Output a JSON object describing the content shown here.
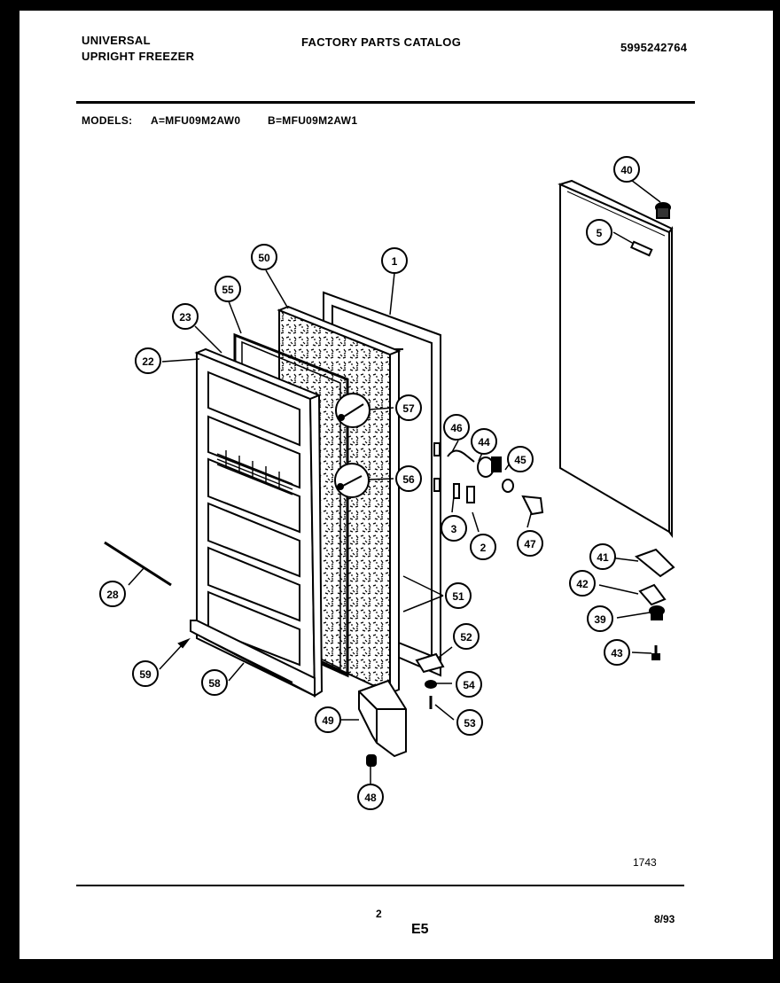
{
  "header": {
    "brand_line1": "UNIVERSAL",
    "brand_line2": "UPRIGHT FREEZER",
    "catalog_title": "FACTORY PARTS CATALOG",
    "catalog_number": "5995242764",
    "models_label": "MODELS:",
    "model_a": "A=MFU09M2AW0",
    "model_b": "B=MFU09M2AW1"
  },
  "callouts": [
    "1",
    "2",
    "3",
    "5",
    "22",
    "23",
    "28",
    "39",
    "40",
    "41",
    "42",
    "43",
    "44",
    "45",
    "46",
    "47",
    "48",
    "49",
    "50",
    "51",
    "52",
    "53",
    "54",
    "55",
    "56",
    "57",
    "58",
    "59"
  ],
  "footer": {
    "drawing_number": "1743",
    "page_number": "2",
    "section_code": "E5",
    "date": "8/93"
  }
}
